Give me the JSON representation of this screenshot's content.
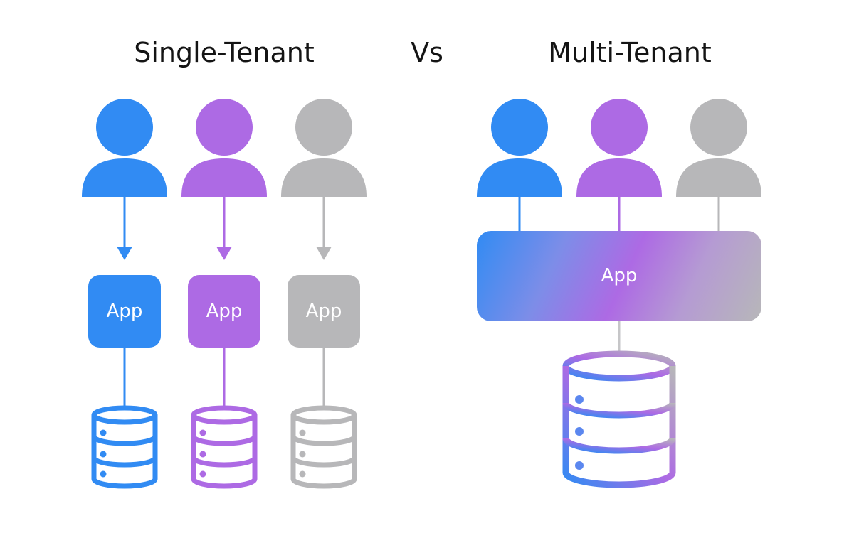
{
  "headings": {
    "single": "Single-Tenant",
    "vs": "Vs",
    "multi": "Multi-Tenant"
  },
  "single_tenant": {
    "apps": [
      {
        "label": "App",
        "color": "#318bf3"
      },
      {
        "label": "App",
        "color": "#ad6ae4"
      },
      {
        "label": "App",
        "color": "#b7b7b9"
      }
    ]
  },
  "multi_tenant": {
    "shared_app": {
      "label": "App"
    },
    "gradient": [
      "#318bf3",
      "#ad6ae4",
      "#b7b7b9"
    ]
  },
  "colors": {
    "blue": "#318bf3",
    "purple": "#ad6ae4",
    "gray": "#b7b7b9",
    "heading_text": "#141414",
    "background": "#ffffff"
  },
  "icons": {
    "user": "user-icon",
    "database": "database-icon",
    "arrow": "arrow-down-icon"
  }
}
